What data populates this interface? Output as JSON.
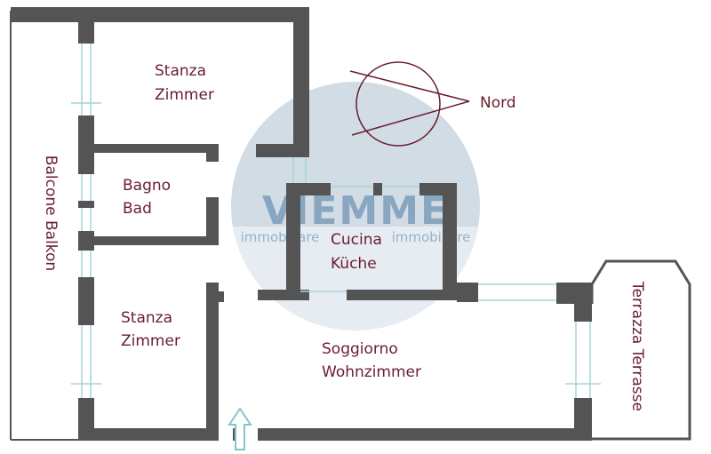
{
  "rooms": {
    "stanza_top_it": "Stanza",
    "stanza_top_de": "Zimmer",
    "bagno_it": "Bagno",
    "bagno_de": "Bad",
    "stanza_bottom_it": "Stanza",
    "stanza_bottom_de": "Zimmer",
    "cucina_it": "Cucina",
    "cucina_de": "Küche",
    "soggiorno_it": "Soggiorno",
    "soggiorno_de": "Wohnzimmer",
    "balcone": "Balcone Balkon",
    "terrazza": "Terrazza Terrasse"
  },
  "compass": {
    "label": "Nord"
  },
  "watermark": {
    "brand": "VIEMME",
    "tagline_left": "immobiliare",
    "tagline_right": "immobiliare"
  },
  "colors": {
    "wall": "#545454",
    "label": "#6a1d2e",
    "window": "#a9d3da",
    "watermark_circle": "#2f5f8a",
    "entrance_arrow": "#86c3cf"
  },
  "icons": {
    "compass": "north-compass-icon",
    "entrance": "entrance-arrow-icon"
  }
}
